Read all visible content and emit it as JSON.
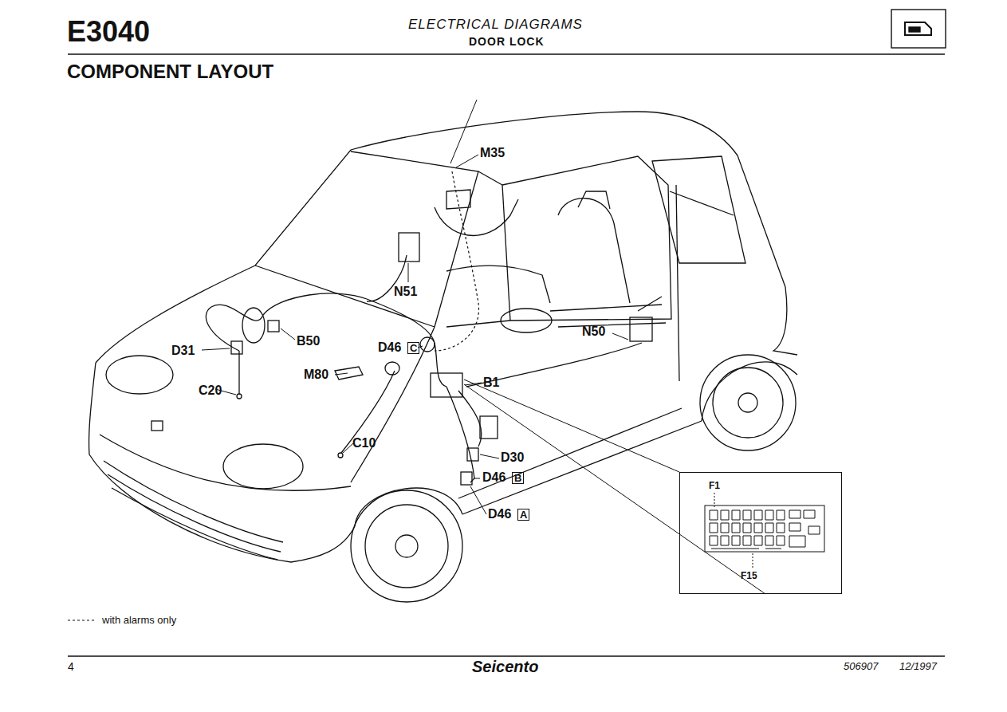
{
  "diagram": {
    "title": "E3040",
    "nodes": [
      {
        "text": [
          "F1",
          "F15"
        ]
      }
    ],
    "labels": [
      "ELECTRICAL DIAGRAMS",
      "DOOR LOCK",
      "COMPONENT LAYOUT",
      "M35",
      "N51",
      "B50",
      "D31",
      "D46",
      "C",
      "M80",
      "C20",
      "C10",
      "B1",
      "N50",
      "D30",
      "D46",
      "B",
      "D46",
      "A",
      "4",
      "Seicento",
      "506907",
      "12/1997"
    ],
    "legend": [
      {
        "text": "with alarms only"
      }
    ]
  }
}
